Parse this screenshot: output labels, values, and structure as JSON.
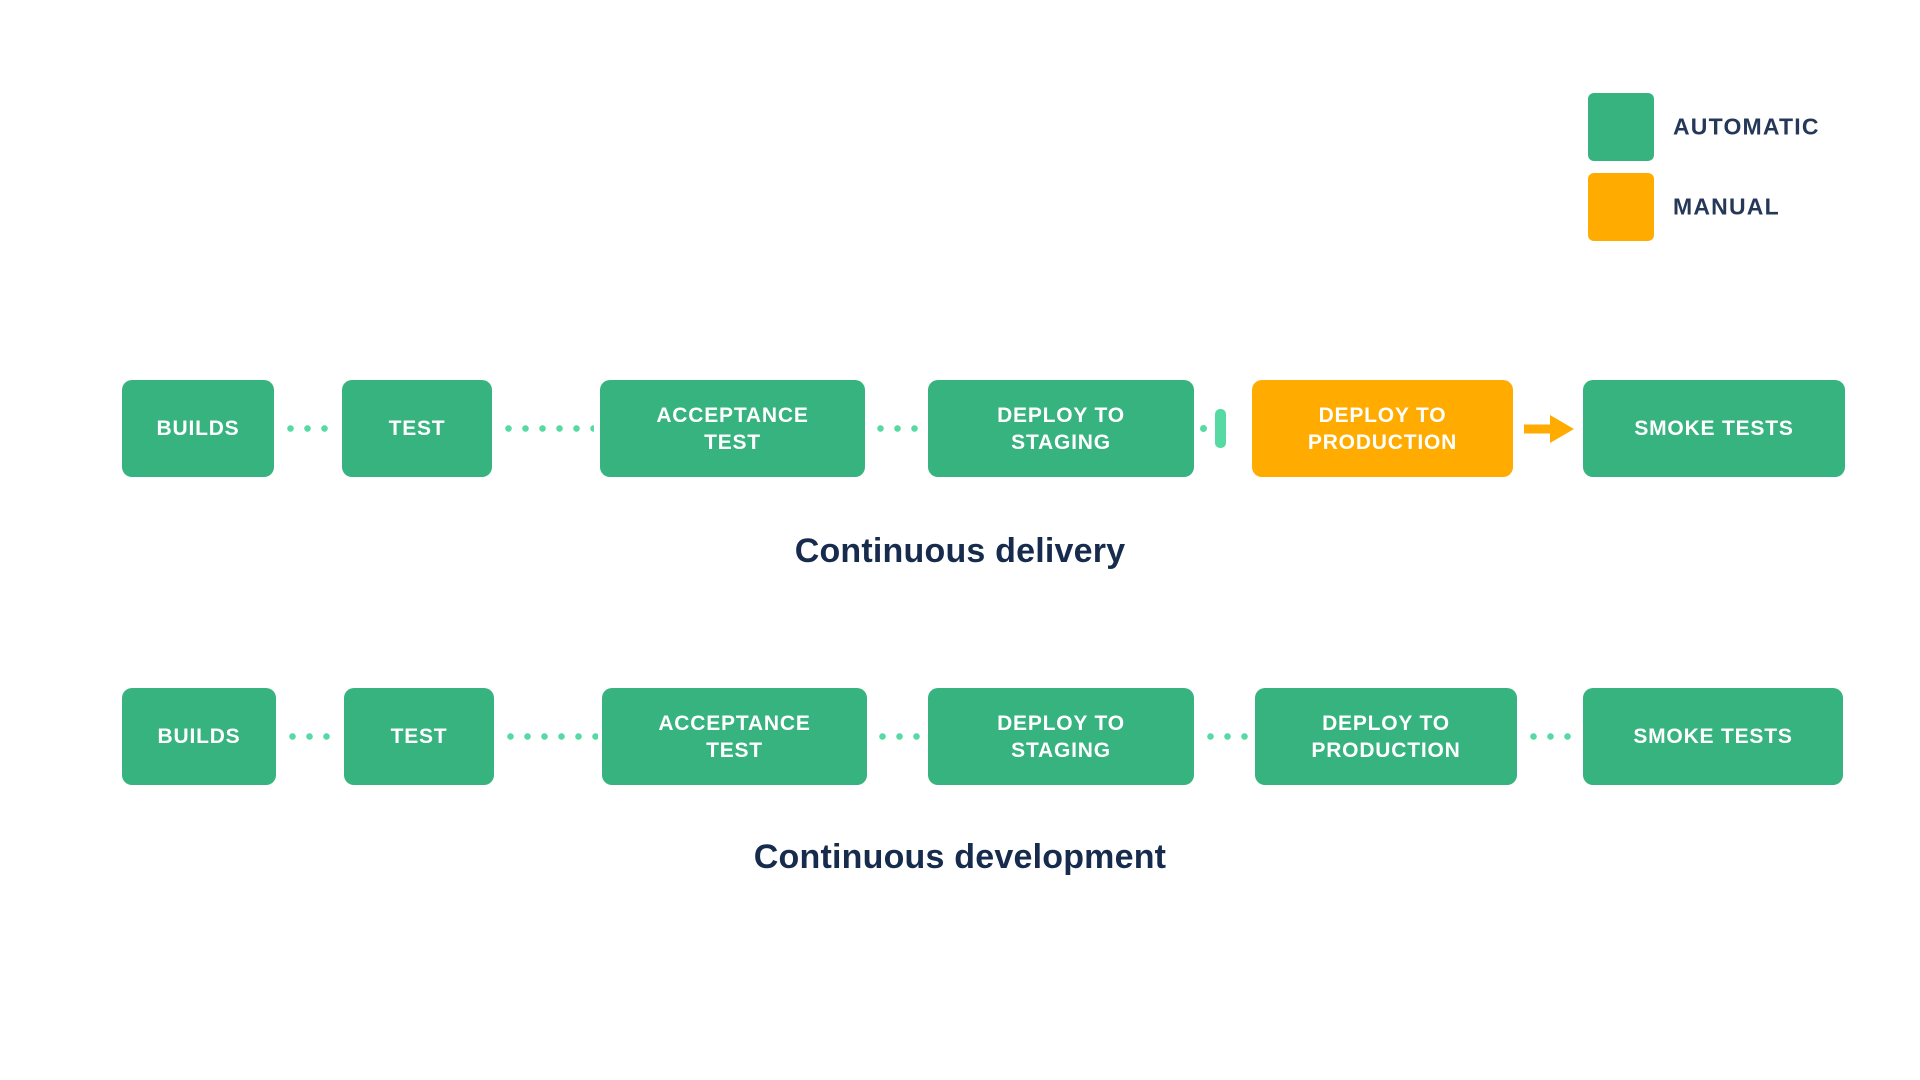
{
  "legend": {
    "items": [
      {
        "label": "AUTOMATIC",
        "color": "#36B37E"
      },
      {
        "label": "MANUAL",
        "color": "#FFAB00"
      }
    ]
  },
  "colors": {
    "automatic": "#36B37E",
    "manual": "#FFAB00",
    "connector_dot": "#57D9A3",
    "arrow": "#FFAB00",
    "title_text": "#172B4D",
    "legend_text": "#253858",
    "box_text": "#FFFFFF",
    "background": "#FFFFFF"
  },
  "pipelines": [
    {
      "title": "Continuous delivery",
      "steps": [
        {
          "label": "BUILDS",
          "type": "automatic"
        },
        {
          "label": "TEST",
          "type": "automatic"
        },
        {
          "label": "ACCEPTANCE TEST",
          "type": "automatic"
        },
        {
          "label": "DEPLOY TO STAGING",
          "type": "automatic"
        },
        {
          "label": "DEPLOY TO PRODUCTION",
          "type": "manual"
        },
        {
          "label": "SMOKE TESTS",
          "type": "automatic"
        }
      ],
      "connectors": [
        "dotted",
        "dotted",
        "dotted",
        "dot-and-pause-gate",
        "manual-arrow"
      ]
    },
    {
      "title": "Continuous development",
      "steps": [
        {
          "label": "BUILDS",
          "type": "automatic"
        },
        {
          "label": "TEST",
          "type": "automatic"
        },
        {
          "label": "ACCEPTANCE TEST",
          "type": "automatic"
        },
        {
          "label": "DEPLOY TO STAGING",
          "type": "automatic"
        },
        {
          "label": "DEPLOY TO PRODUCTION",
          "type": "automatic"
        },
        {
          "label": "SMOKE TESTS",
          "type": "automatic"
        }
      ],
      "connectors": [
        "dotted",
        "dotted",
        "dotted",
        "dotted",
        "dotted"
      ]
    }
  ]
}
